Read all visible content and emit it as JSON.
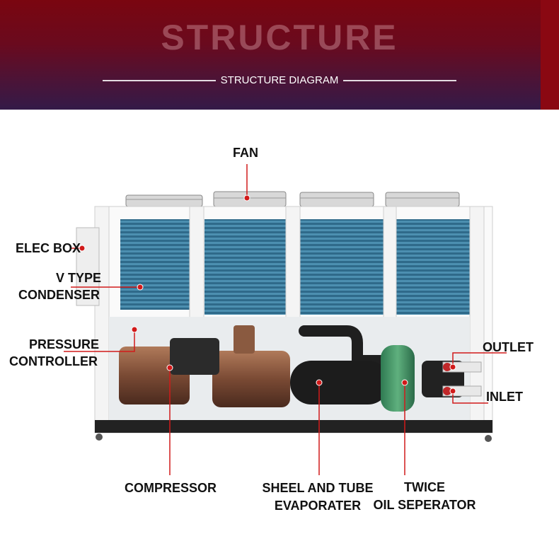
{
  "banner": {
    "title": "STRUCTURE",
    "subtitle": "STRUCTURE DIAGRAM"
  },
  "labels": {
    "fan": "FAN",
    "elec_box": "ELEC BOX",
    "v_type": "V TYPE",
    "condenser": "CONDENSER",
    "pressure": "PRESSURE",
    "controller": "CONTROLLER",
    "outlet": "OUTLET",
    "inlet": "INLET",
    "compressor": "COMPRESSOR",
    "sheel_and_tube": "SHEEL AND TUBE",
    "evaporater": "EVAPORATER",
    "twice": "TWICE",
    "oil_seperator": "OIL SEPERATOR"
  },
  "colors": {
    "banner_top": "#7a0610",
    "banner_bottom": "#341a48",
    "pointer": "#d11a1a",
    "frame": "#f2f2f2",
    "coil": "#3d7a9a"
  }
}
